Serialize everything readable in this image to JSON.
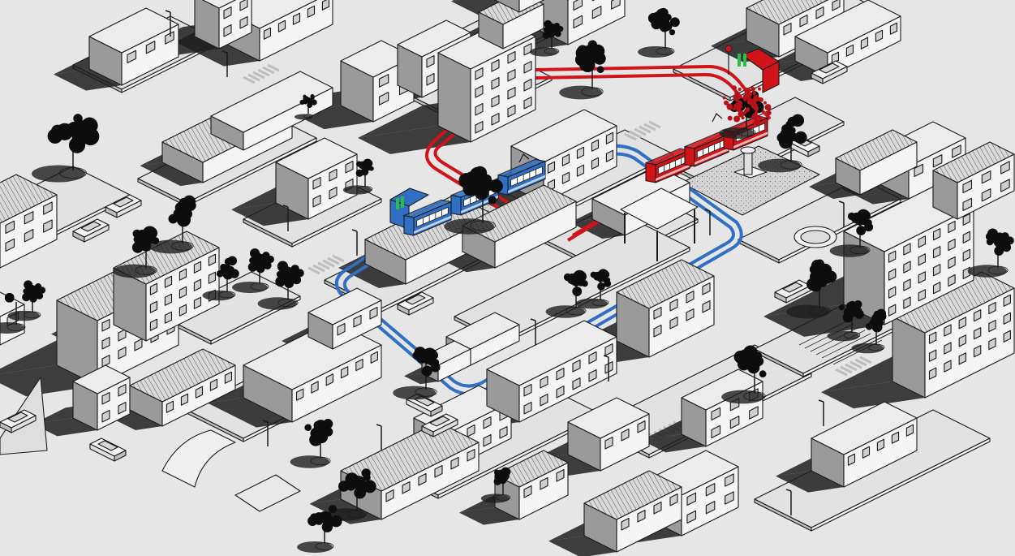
{
  "scene": {
    "background_color": "#e6e6e6",
    "blue_line_color": "#2f6fc4",
    "red_line_color": "#d0141a",
    "stop_sign_green": "#2bbd4a"
  },
  "icons": {
    "tree": "tree-icon",
    "tram": "tram-icon",
    "stop": "tram-stop-icon",
    "car": "car-icon",
    "lamp": "street-lamp-icon"
  },
  "lines": {
    "blue": {
      "trams": 1,
      "cars_per_tram": 3
    },
    "red": {
      "trams": 1,
      "cars_per_tram": 3
    }
  }
}
